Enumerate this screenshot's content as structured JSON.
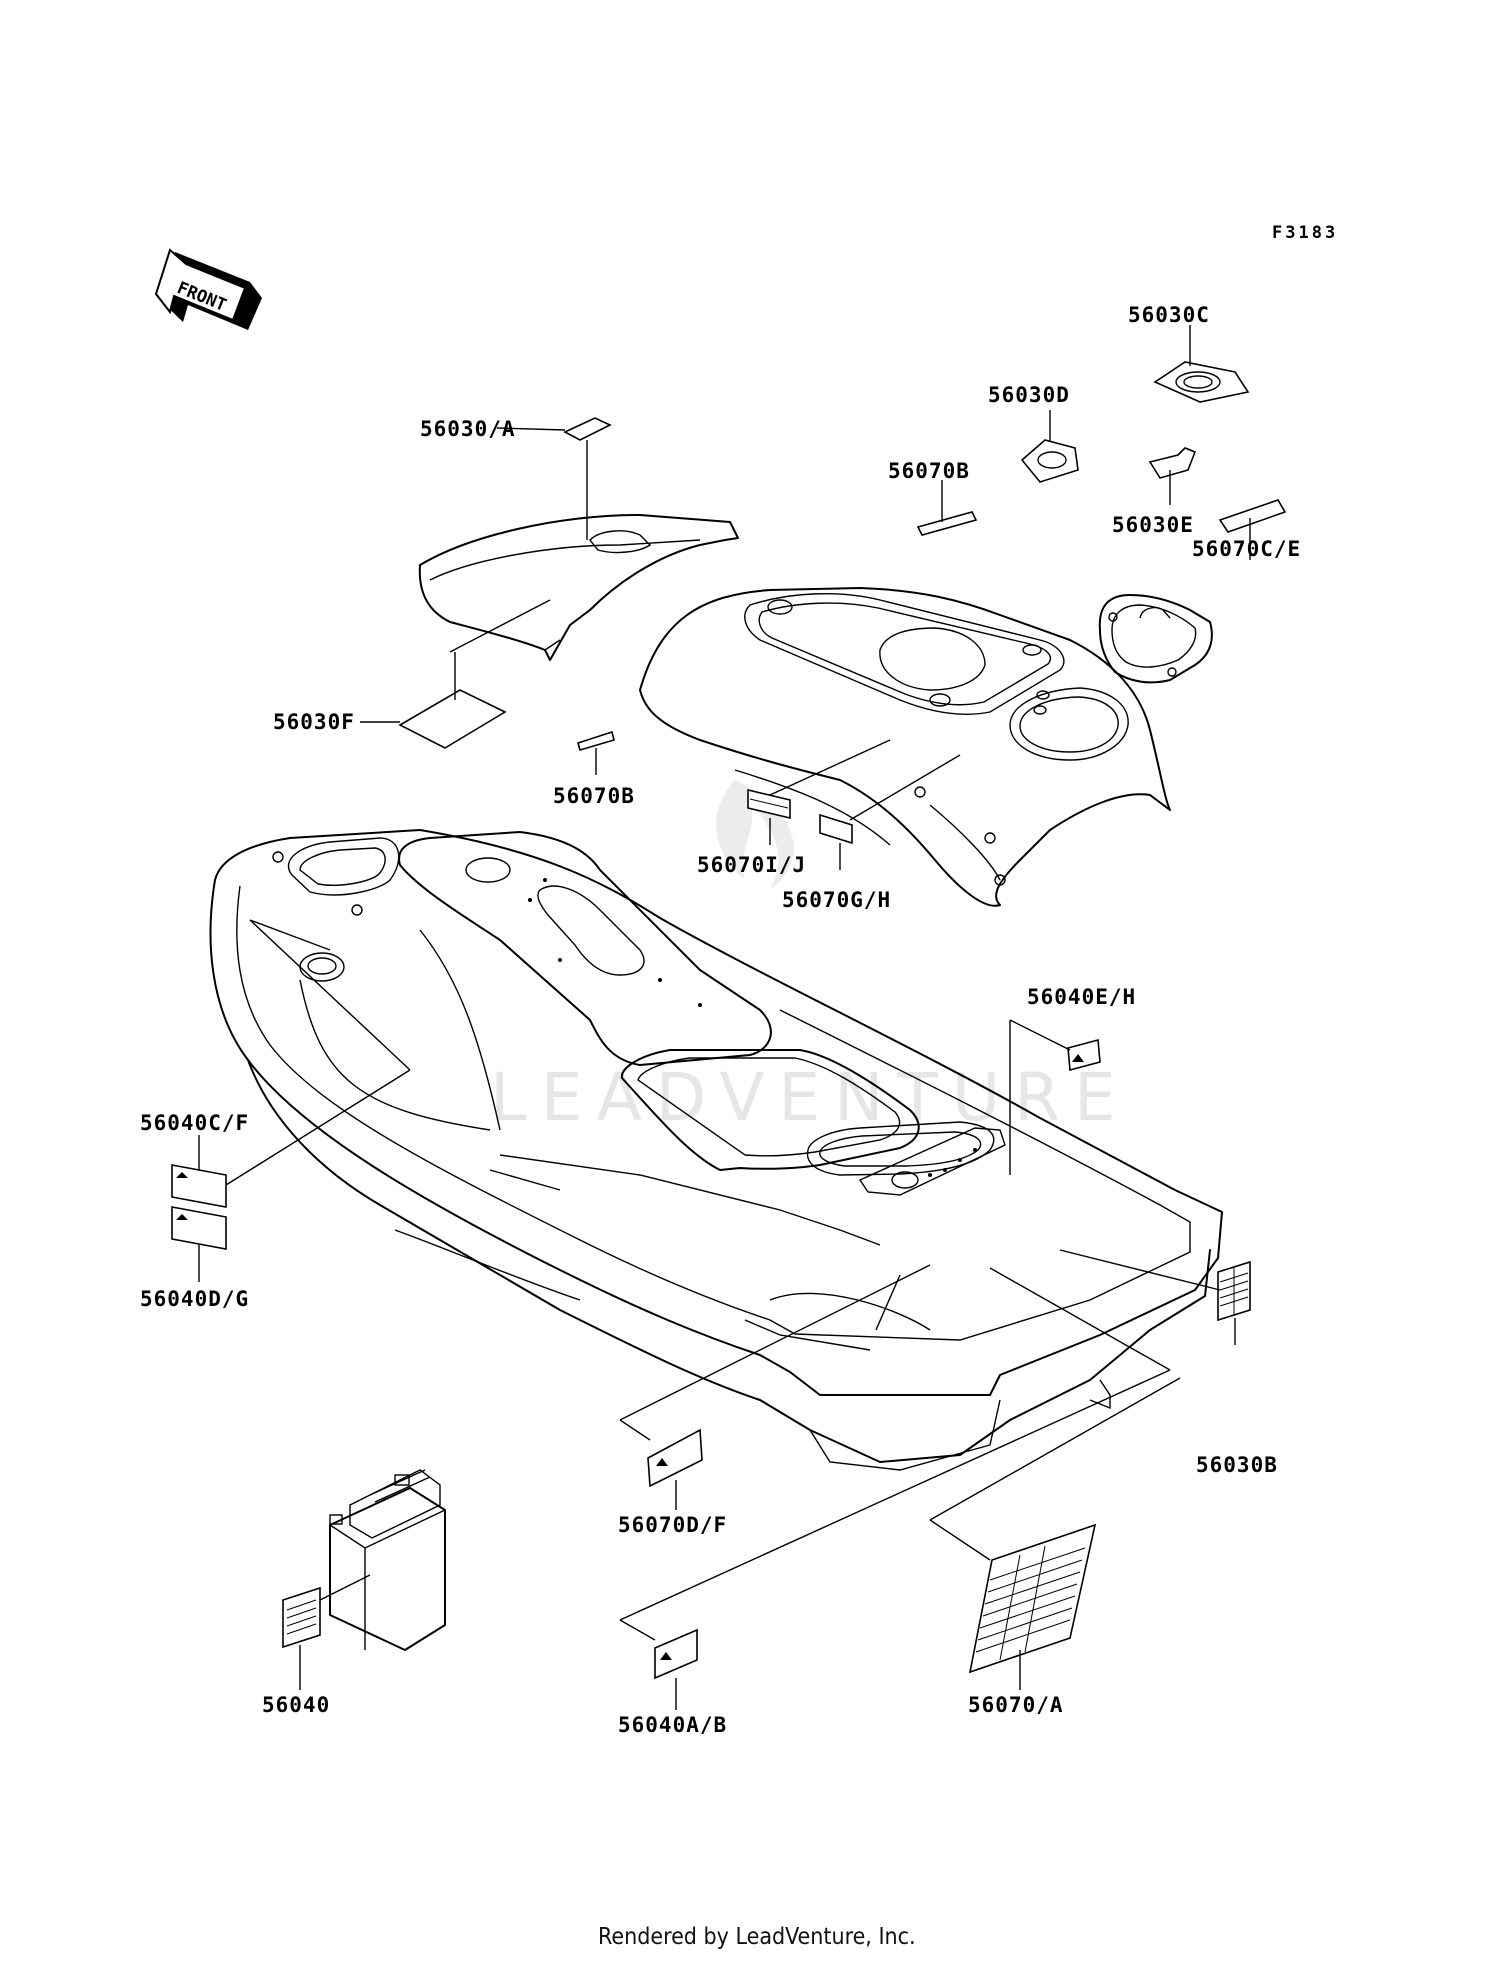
{
  "diagram": {
    "figure_id": "F3183",
    "front_label": "FRONT",
    "credit": "Rendered by LeadVenture, Inc.",
    "watermark": "LEADVENTURE",
    "callouts": {
      "c56030A": "56030/A",
      "c56030C": "56030C",
      "c56030D": "56030D",
      "c56070B_top": "56070B",
      "c56030E": "56030E",
      "c56070CE": "56070C/E",
      "c56030F": "56030F",
      "c56070B_mid": "56070B",
      "c56070IJ": "56070I/J",
      "c56070GH": "56070G/H",
      "c56040EH": "56040E/H",
      "c56040CF": "56040C/F",
      "c56040DG": "56040D/G",
      "c56030B": "56030B",
      "c56070DF": "56070D/F",
      "c56040": "56040",
      "c56040AB": "56040A/B",
      "c56070A": "56070/A"
    }
  }
}
